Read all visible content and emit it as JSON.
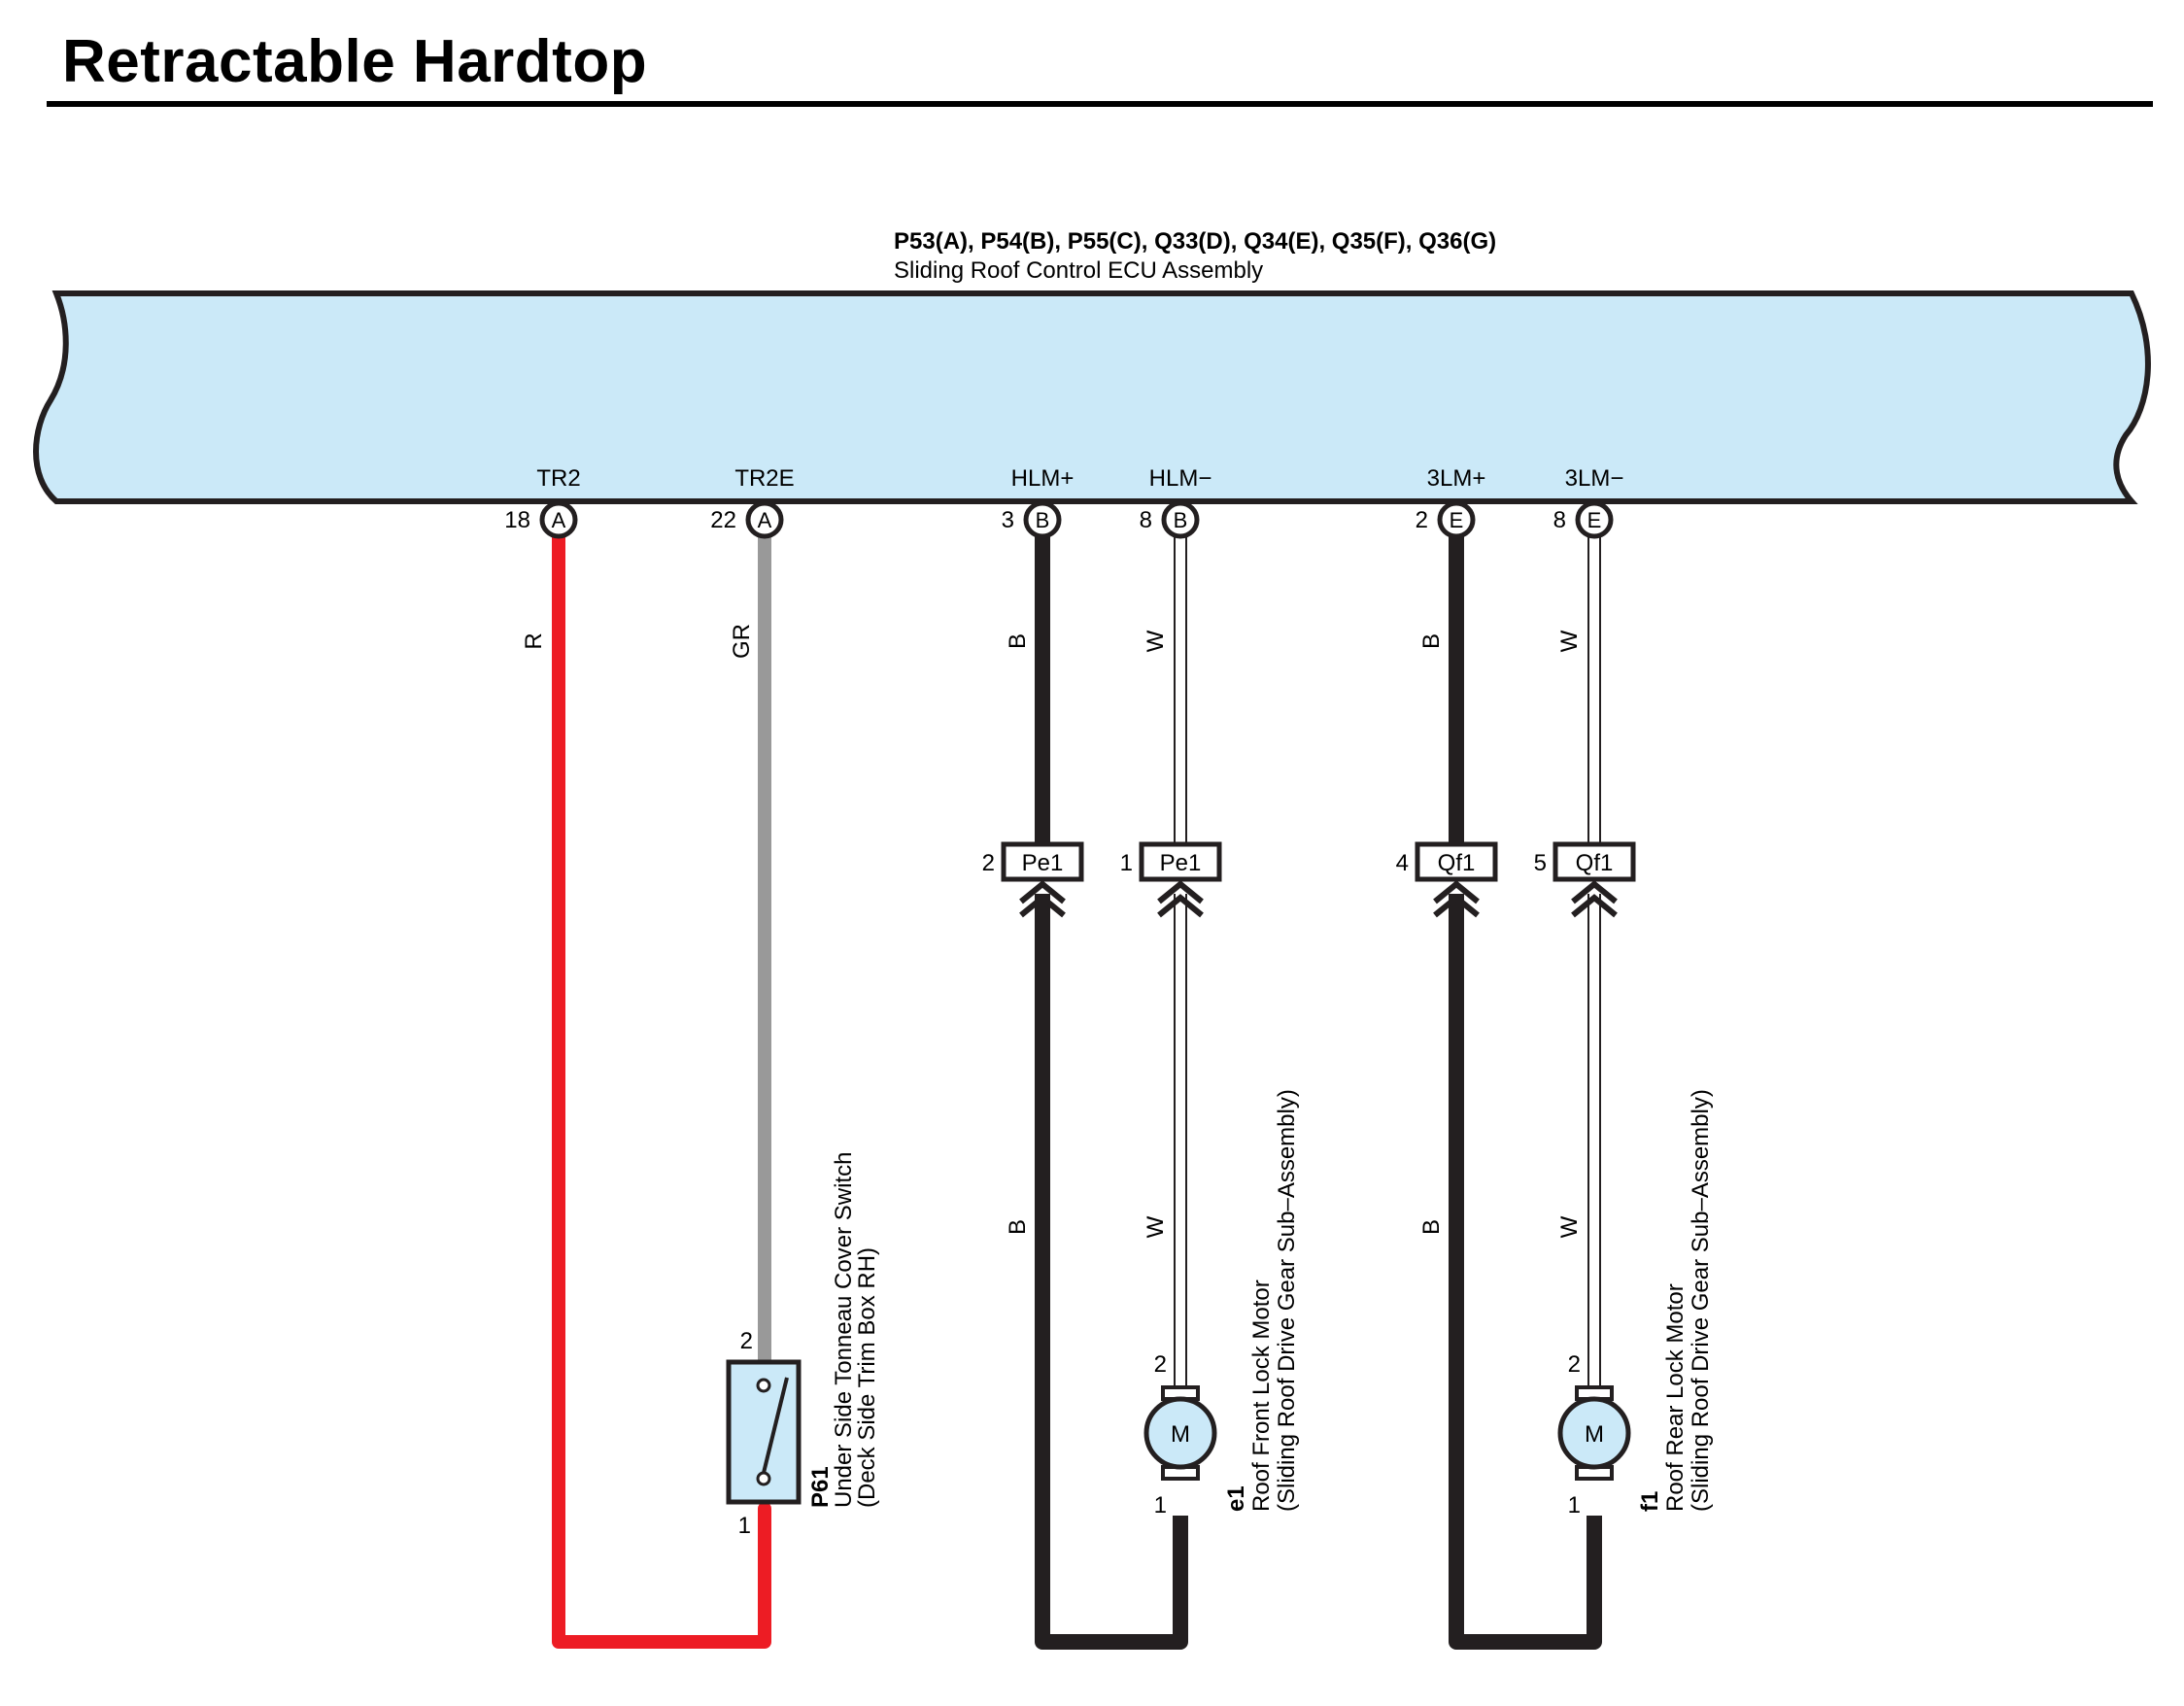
{
  "title": "Retractable Hardtop",
  "colors": {
    "ecu_fill": "#cbe9f8",
    "wire_red": "#ed1c24",
    "wire_gray": "#999999",
    "wire_black": "#231f20",
    "wire_white": "#ffffff",
    "component_fill": "#cbe9f8"
  },
  "ecu": {
    "connectors": "P53(A), P54(B), P55(C), Q33(D), Q34(E), Q35(F), Q36(G)",
    "name": "Sliding Roof Control ECU Assembly"
  },
  "terminals": [
    {
      "label": "TR2",
      "pin": "18",
      "conn": "A"
    },
    {
      "label": "TR2E",
      "pin": "22",
      "conn": "A"
    },
    {
      "label": "HLM+",
      "pin": "3",
      "conn": "B"
    },
    {
      "label": "HLM−",
      "pin": "8",
      "conn": "B"
    },
    {
      "label": "3LM+",
      "pin": "2",
      "conn": "E"
    },
    {
      "label": "3LM−",
      "pin": "8",
      "conn": "E"
    }
  ],
  "wires": [
    {
      "color_code": "R"
    },
    {
      "color_code": "GR"
    },
    {
      "color_code": "B",
      "color_code_lower": "B"
    },
    {
      "color_code": "W",
      "color_code_lower": "W"
    },
    {
      "color_code": "B",
      "color_code_lower": "B"
    },
    {
      "color_code": "W",
      "color_code_lower": "W"
    }
  ],
  "junctions": [
    {
      "pin": "2",
      "name": "Pe1"
    },
    {
      "pin": "1",
      "name": "Pe1"
    },
    {
      "pin": "4",
      "name": "Qf1"
    },
    {
      "pin": "5",
      "name": "Qf1"
    }
  ],
  "switch": {
    "code": "P61",
    "name": "Under Side Tonneau Cover Switch",
    "location": "(Deck Side Trim Box RH)",
    "pin_top": "2",
    "pin_bottom": "1"
  },
  "motors": [
    {
      "code": "e1",
      "name": "Roof Front Lock Motor",
      "location": "(Sliding Roof Drive Gear Sub–Assembly)",
      "symbol": "M",
      "pin_top": "2",
      "pin_bottom": "1"
    },
    {
      "code": "f1",
      "name": "Roof Rear Lock Motor",
      "location": "(Sliding Roof Drive Gear Sub–Assembly)",
      "symbol": "M",
      "pin_top": "2",
      "pin_bottom": "1"
    }
  ]
}
